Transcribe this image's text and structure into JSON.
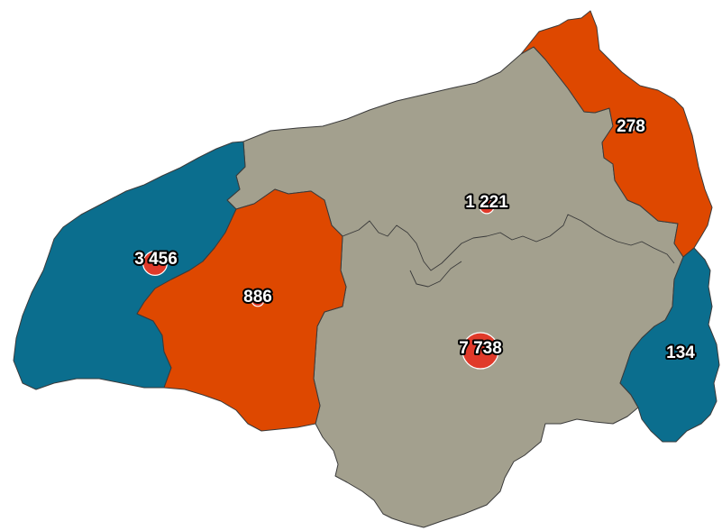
{
  "colors": {
    "blue": "#0b6e8e",
    "orange": "#de4800",
    "grey": "#a3a08e",
    "bubble": "#e03a2a",
    "border": "#3a3a3a"
  },
  "regions": [
    {
      "id": "west-blue",
      "class": "blue"
    },
    {
      "id": "west-orange",
      "class": "orange"
    },
    {
      "id": "center-grey",
      "class": "grey"
    },
    {
      "id": "northeast-orange",
      "class": "orange"
    },
    {
      "id": "east-blue",
      "class": "blue"
    }
  ],
  "markers": [
    {
      "label": "3 456",
      "value": 3456,
      "region": "west-blue"
    },
    {
      "label": "886",
      "value": 886,
      "region": "west-orange"
    },
    {
      "label": "1 221",
      "value": 1221,
      "region": "center-grey"
    },
    {
      "label": "7 738",
      "value": 7738,
      "region": "center-grey"
    },
    {
      "label": "278",
      "value": 278,
      "region": "northeast-orange"
    },
    {
      "label": "134",
      "value": 134,
      "region": "east-blue"
    }
  ]
}
